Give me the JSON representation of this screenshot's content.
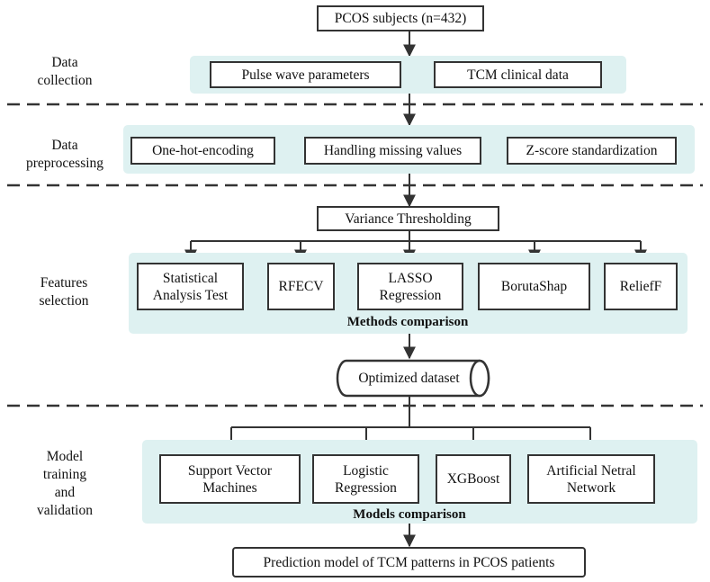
{
  "stages": {
    "collection": "Data\ncollection",
    "preprocessing": "Data\npreprocessing",
    "selection": "Features\nselection",
    "training": "Model\ntraining\nand\nvalidation"
  },
  "top_box": "PCOS subjects (n=432)",
  "collection_items": [
    "Pulse wave parameters",
    "TCM clinical data"
  ],
  "preprocessing_steps": [
    "One-hot-encoding",
    "Handling missing values",
    "Z-score standardization"
  ],
  "variance_box": "Variance Thresholding",
  "feature_methods": [
    "Statistical\nAnalysis Test",
    "RFECV",
    "LASSO\nRegression",
    "BorutaShap",
    "ReliefF"
  ],
  "methods_caption": "Methods comparison",
  "optimized_dataset": "Optimized dataset",
  "models": [
    "Support Vector\nMachines",
    "Logistic\nRegression",
    "XGBoost",
    "Artificial Netral\nNetwork"
  ],
  "models_caption": "Models comparison",
  "final_box": "Prediction model of TCM patterns in PCOS patients",
  "colors": {
    "panel": "#def1f1",
    "border": "#333333",
    "arrow": "#333333"
  }
}
